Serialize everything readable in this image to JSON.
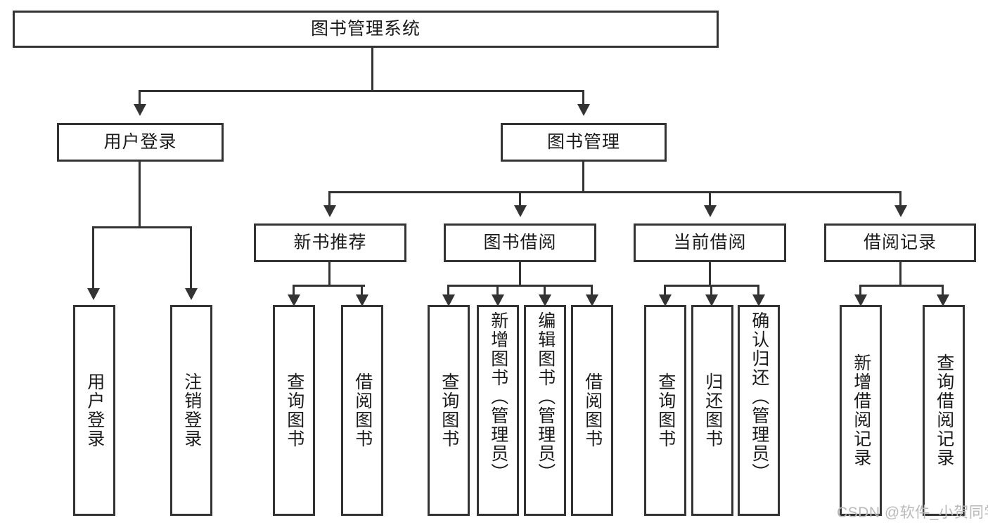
{
  "diagram": {
    "title": "图书管理系统",
    "type": "hierarchy-tree",
    "root": {
      "label": "图书管理系统"
    },
    "level2": [
      {
        "label": "用户登录"
      },
      {
        "label": "图书管理"
      }
    ],
    "level3": [
      {
        "label": "新书推荐"
      },
      {
        "label": "图书借阅"
      },
      {
        "label": "当前借阅"
      },
      {
        "label": "借阅记录"
      }
    ],
    "leaves": [
      {
        "label": "用户登录"
      },
      {
        "label": "注销登录"
      },
      {
        "label": "查询图书"
      },
      {
        "label": "借阅图书"
      },
      {
        "label": "查询图书"
      },
      {
        "label": "新增图书（管理员）"
      },
      {
        "label": "编辑图书（管理员）"
      },
      {
        "label": "借阅图书"
      },
      {
        "label": "查询图书"
      },
      {
        "label": "归还图书"
      },
      {
        "label": "确认归还（管理员）"
      },
      {
        "label": "新增借阅记录"
      },
      {
        "label": "查询借阅记录"
      }
    ]
  },
  "watermark": {
    "text": "CSDN @软件_小贺同学"
  },
  "colors": {
    "stroke": "#333333",
    "background": "#ffffff",
    "text": "#1a1a1a",
    "watermark": "#b9b9b9"
  }
}
